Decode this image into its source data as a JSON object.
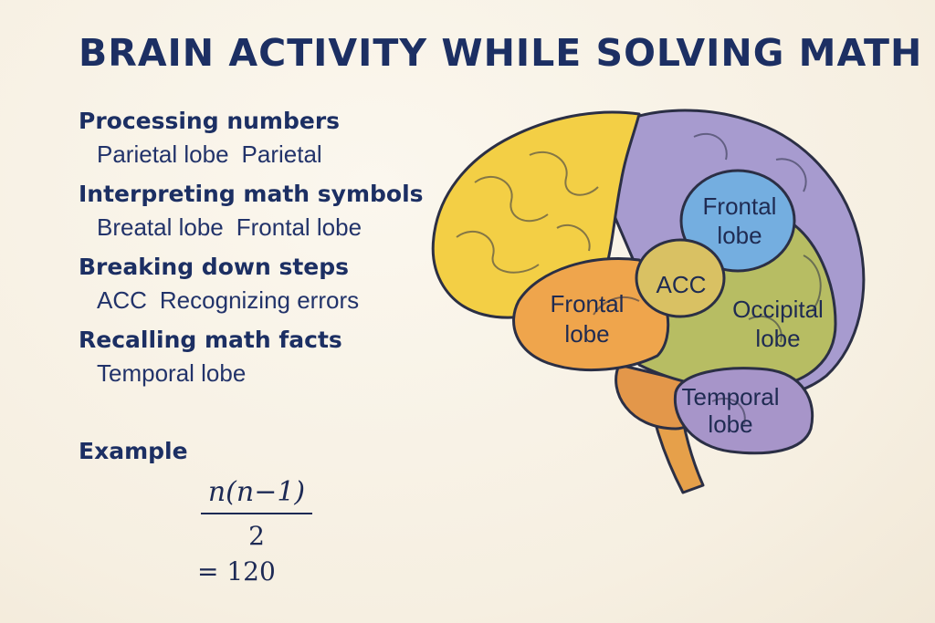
{
  "title": "BRAIN ACTIVITY WHILE SOLVING MATH",
  "sections": [
    {
      "heading": "Processing numbers",
      "items": [
        "Parietal lobe",
        "Parietal"
      ]
    },
    {
      "heading": "Interpreting math symbols",
      "items": [
        "Breatal lobe",
        "Frontal lobe"
      ]
    },
    {
      "heading": "Breaking down steps",
      "items": [
        "ACC",
        "Recognizing errors"
      ]
    },
    {
      "heading": "Recalling math facts",
      "items": [
        "Temporal lobe"
      ]
    }
  ],
  "example": {
    "heading": "Example",
    "numerator": "n(n−1)",
    "denominator": "2",
    "result": "= 120"
  },
  "brain_labels": {
    "frontal_top_1": "Frontal",
    "frontal_top_2": "lobe",
    "acc": "ACC",
    "frontal_left_1": "Frontal",
    "frontal_left_2": "lobe",
    "occipital_1": "Occipital",
    "occipital_2": "lobe",
    "temporal_1": "Temporal",
    "temporal_2": "lobe"
  },
  "colors": {
    "yellow_lobe": "#f3cf45",
    "purple_lobe": "#a79bcf",
    "blue_region": "#74aee0",
    "orange_lobe": "#efa54c",
    "green_lobe": "#b7bd63",
    "acc_region": "#d9c163",
    "temporal_lobe": "#a795c9",
    "stem": "#e6a04a",
    "text": "#1c2f63"
  }
}
